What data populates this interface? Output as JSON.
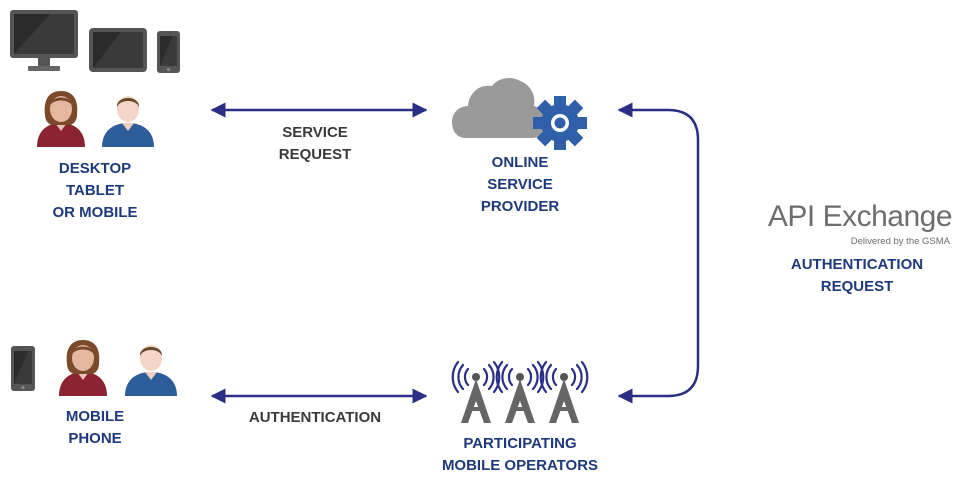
{
  "nodes": {
    "desktop_users": {
      "label": "DESKTOP\nTABLET\nOR MOBILE"
    },
    "service_provider": {
      "label": "ONLINE\nSERVICE\nPROVIDER"
    },
    "mobile_users": {
      "label": "MOBILE\nPHONE"
    },
    "mobile_operators": {
      "label": "PARTICIPATING\nMOBILE OPERATORS"
    }
  },
  "edges": {
    "service_request": {
      "label": "SERVICE\nREQUEST"
    },
    "authentication": {
      "label": "AUTHENTICATION"
    },
    "authentication_request": {
      "label": "AUTHENTICATION\nREQUEST"
    }
  },
  "brand": {
    "name": "API Exchange",
    "tagline": "Delivered by the GSMA"
  },
  "colors": {
    "navy": "#1f3a7a",
    "arrow": "#2a2f85",
    "device": "#555555",
    "cloud": "#9a9a9a",
    "gear": "#2f5fa8",
    "female_shirt": "#8b2332",
    "male_shirt": "#2e5e9a"
  },
  "icons": [
    "desktop-monitor-icon",
    "tablet-icon",
    "smartphone-icon",
    "female-user-icon",
    "male-user-icon",
    "cloud-icon",
    "gear-icon",
    "cell-tower-icon"
  ]
}
